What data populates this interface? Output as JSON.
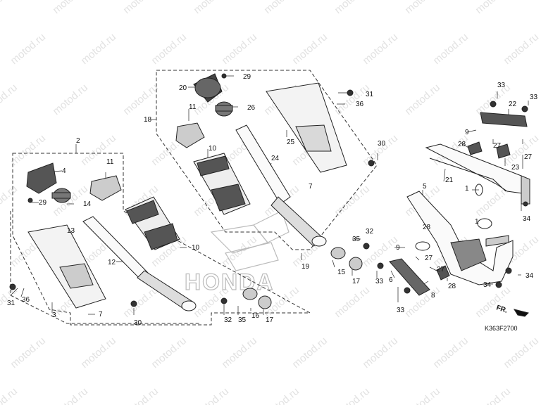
{
  "watermark": "motod.ru",
  "brand_logo": "HONDA",
  "diagram_code": "K363F2700",
  "direction_label": "FR.",
  "callouts": [
    "1",
    "2",
    "3",
    "4",
    "5",
    "6",
    "7",
    "8",
    "9",
    "10",
    "11",
    "12",
    "13",
    "14",
    "15",
    "16",
    "17",
    "18",
    "19",
    "20",
    "21",
    "22",
    "23",
    "24",
    "25",
    "26",
    "27",
    "28",
    "29",
    "30",
    "31",
    "32",
    "33",
    "34",
    "35",
    "36"
  ]
}
